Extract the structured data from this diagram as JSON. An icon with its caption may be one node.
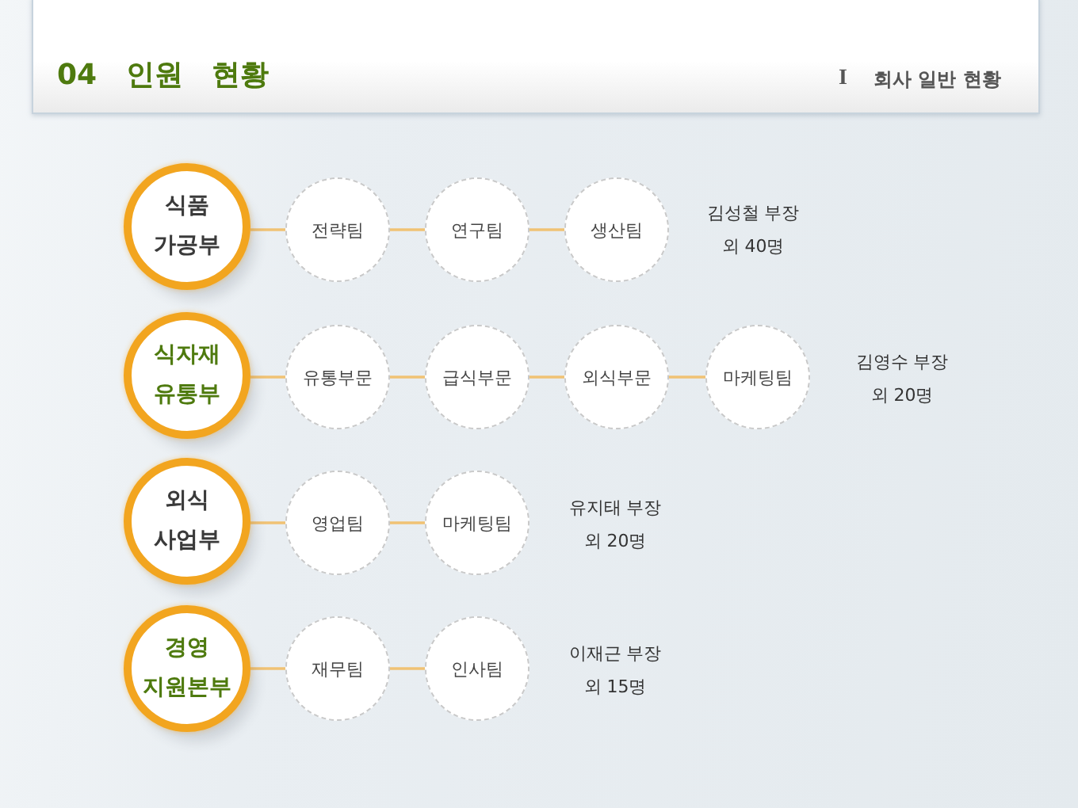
{
  "diagram": {
    "title": "04 인원 현황",
    "nodes": [
      {
        "text": [
          "식품 가공부"
        ]
      },
      {
        "text": [
          "전략팀"
        ]
      },
      {
        "text": [
          "연구팀"
        ]
      },
      {
        "text": [
          "생산팀"
        ]
      },
      {
        "text": [
          "식자재 유통부"
        ]
      },
      {
        "text": [
          "유통부문"
        ]
      },
      {
        "text": [
          "급식부문"
        ]
      },
      {
        "text": [
          "외식부문"
        ]
      },
      {
        "text": [
          "마케팅팀"
        ]
      },
      {
        "text": [
          "외식 사업부"
        ]
      },
      {
        "text": [
          "영업팀"
        ]
      },
      {
        "text": [
          "마케팅팀"
        ]
      },
      {
        "text": [
          "경영 지원본부"
        ]
      },
      {
        "text": [
          "재무팀"
        ]
      },
      {
        "text": [
          "인사팀"
        ]
      }
    ],
    "edges": [
      {
        "from": 0,
        "to": 1,
        "arrow": "none"
      },
      {
        "from": 1,
        "to": 2,
        "arrow": "none"
      },
      {
        "from": 2,
        "to": 3,
        "arrow": "none"
      },
      {
        "from": 4,
        "to": 5,
        "arrow": "none"
      },
      {
        "from": 5,
        "to": 6,
        "arrow": "none"
      },
      {
        "from": 6,
        "to": 7,
        "arrow": "none"
      },
      {
        "from": 7,
        "to": 8,
        "arrow": "none"
      },
      {
        "from": 9,
        "to": 10,
        "arrow": "none"
      },
      {
        "from": 10,
        "to": 11,
        "arrow": "none"
      },
      {
        "from": 12,
        "to": 13,
        "arrow": "none"
      },
      {
        "from": 13,
        "to": 14,
        "arrow": "none"
      }
    ],
    "labels": [
      "I",
      "회사 일반 현황",
      "김성철 부장 외 40명",
      "김영수 부장 외 20명",
      "유지태 부장 외 20명",
      "이재근 부장 외 15명"
    ]
  }
}
